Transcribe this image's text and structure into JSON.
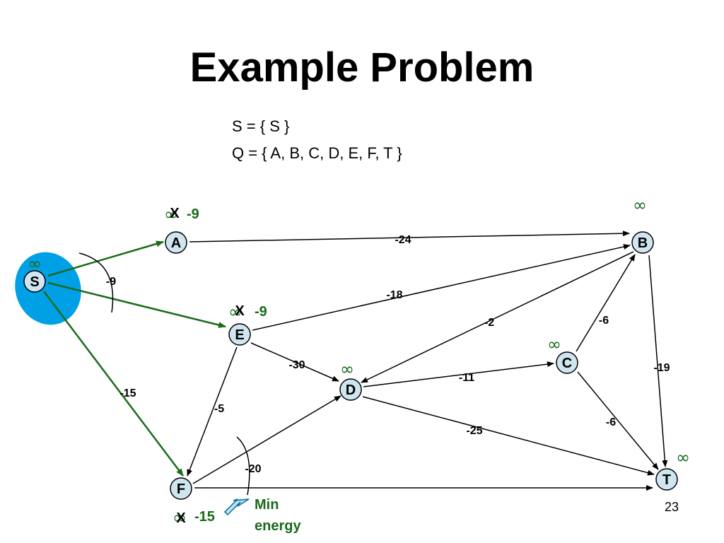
{
  "title": "Example Problem",
  "sets": {
    "s_line": "S = { S }",
    "q_line": "Q = { A, B, C, D, E, F, T }"
  },
  "colors": {
    "node_fill": "#cfe6f0",
    "source_blob": "#00a0e6",
    "relaxed_edge": "#1a6b1a",
    "label_green": "#1a6b1a"
  },
  "nodes": {
    "S": "S",
    "A": "A",
    "B": "B",
    "C": "C",
    "D": "D",
    "E": "E",
    "F": "F",
    "T": "T"
  },
  "edges": {
    "A_B": "-24",
    "E_B": "-18",
    "B_D": "-2",
    "C_B": "-6",
    "B_T": "-19",
    "E_D": "-30",
    "E_F": "-5",
    "D_C": "-11",
    "D_T": "-25",
    "C_T": "-6",
    "F_D": "-20",
    "S_A_E": "-9",
    "S_F": "-15"
  },
  "distances": {
    "infinity": "∞",
    "x_mark": "X",
    "A": "-9",
    "E": "-9",
    "F": "-15"
  },
  "annotation": {
    "line1": "Min",
    "line2": "energy"
  },
  "slide_number": "23"
}
